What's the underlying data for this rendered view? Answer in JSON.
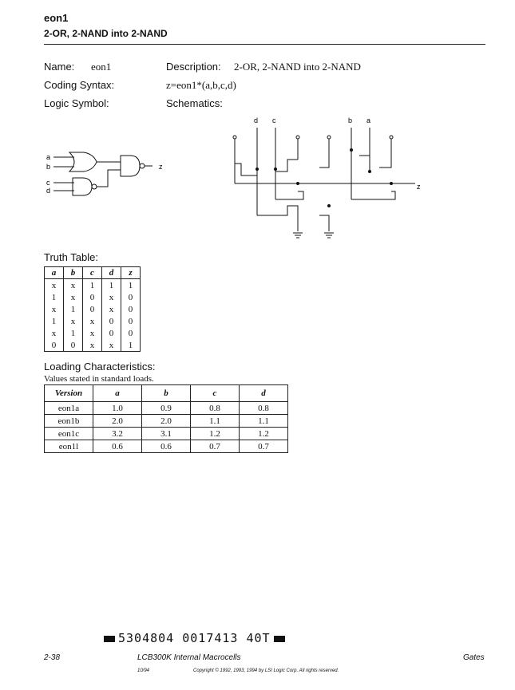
{
  "header": {
    "title": "eon1",
    "subtitle": "2-OR, 2-NAND into 2-NAND"
  },
  "info": {
    "name_label": "Name:",
    "name_value": "eon1",
    "description_label": "Description:",
    "description_value": "2-OR, 2-NAND into 2-NAND",
    "coding_label": "Coding Syntax:",
    "coding_value": "z=eon1*(a,b,c,d)",
    "logic_label": "Logic Symbol:",
    "schematics_label": "Schematics:"
  },
  "logic_symbol": {
    "pins": [
      "a",
      "b",
      "c",
      "d",
      "z"
    ]
  },
  "schematic": {
    "pins": [
      "d",
      "c",
      "b",
      "a",
      "z"
    ]
  },
  "truth_table": {
    "title": "Truth Table:",
    "headers": [
      "a",
      "b",
      "c",
      "d",
      "z"
    ],
    "rows": [
      [
        "x",
        "x",
        "1",
        "1",
        "1"
      ],
      [
        "1",
        "x",
        "0",
        "x",
        "0"
      ],
      [
        "x",
        "1",
        "0",
        "x",
        "0"
      ],
      [
        "1",
        "x",
        "x",
        "0",
        "0"
      ],
      [
        "x",
        "1",
        "x",
        "0",
        "0"
      ],
      [
        "0",
        "0",
        "x",
        "x",
        "1"
      ]
    ]
  },
  "loading": {
    "title": "Loading Characteristics:",
    "note": "Values stated in standard loads.",
    "headers": [
      "Version",
      "a",
      "b",
      "c",
      "d"
    ],
    "rows": [
      [
        "eon1a",
        "1.0",
        "0.9",
        "0.8",
        "0.8"
      ],
      [
        "eon1b",
        "2.0",
        "2.0",
        "1.1",
        "1.1"
      ],
      [
        "eon1c",
        "3.2",
        "3.1",
        "1.2",
        "1.2"
      ],
      [
        "eon1l",
        "0.6",
        "0.6",
        "0.7",
        "0.7"
      ]
    ]
  },
  "barcode_text": "5304804 0017413 40T",
  "footer": {
    "page": "2-38",
    "book": "LCB300K Internal Macrocells",
    "section": "Gates",
    "date": "10/94",
    "copyright": "Copyright © 1992, 1993, 1994 by LSI Logic Corp. All rights reserved."
  }
}
